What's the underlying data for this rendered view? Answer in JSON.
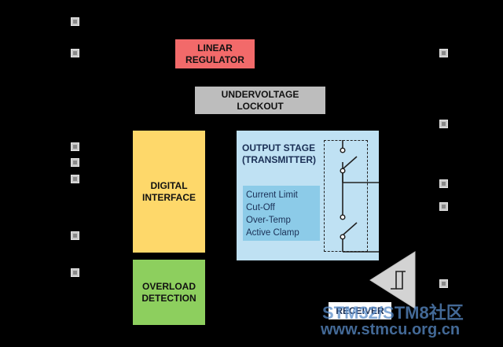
{
  "blocks": {
    "linear_regulator": [
      "LINEAR",
      "REGULATOR"
    ],
    "undervoltage_lockout": [
      "UNDERVOLTAGE",
      "LOCKOUT"
    ],
    "digital_interface": [
      "DIGITAL",
      "INTERFACE"
    ],
    "overload_detection": [
      "OVERLOAD",
      "DETECTION"
    ],
    "output_stage": [
      "OUTPUT STAGE",
      "(TRANSMITTER)"
    ],
    "protection": [
      "Current Limit",
      "Cut-Off",
      "Over-Temp",
      "Active Clamp"
    ],
    "receiver": "RECEIVER"
  },
  "watermark": {
    "line1": "STM32/STM8社区",
    "line2": "www.stmcu.org.cn"
  },
  "colors": {
    "background": "#000000",
    "linear_regulator": "#f26a6a",
    "undervoltage_lockout": "#bdbdbd",
    "digital_interface": "#fed86a",
    "overload_detection": "#8dcf5e",
    "output_stage": "#bfe1f3",
    "protection": "#8ccbe8",
    "text": "#1a2f55"
  }
}
